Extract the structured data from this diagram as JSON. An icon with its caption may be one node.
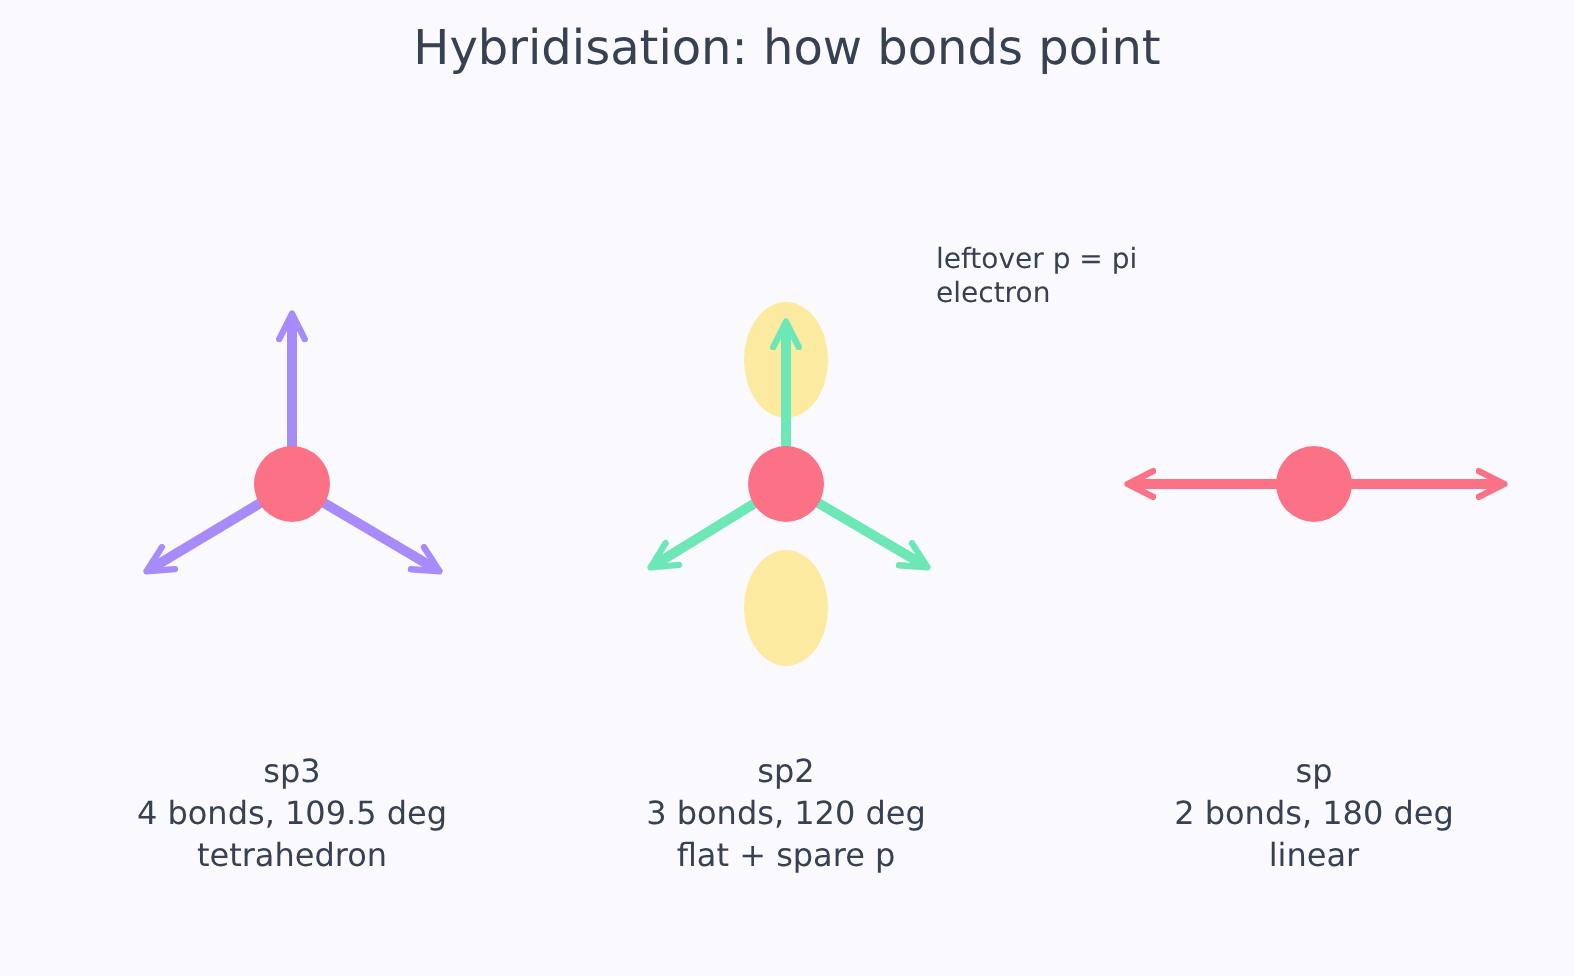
{
  "diagram": {
    "title": "Hybridisation: how bonds point",
    "labels": [
      "leftover p = pi electron",
      "sp3",
      "4 bonds, 109.5 deg",
      "tetrahedron",
      "sp2",
      "3 bonds, 120 deg",
      "flat + spare p",
      "sp",
      "2 bonds, 180 deg",
      "linear"
    ]
  }
}
